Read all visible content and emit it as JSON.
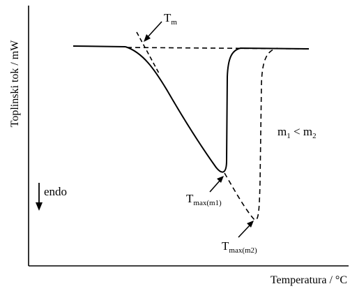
{
  "figure": {
    "ylabel": "Toplinski tok / mW",
    "xlabel": "Temperatura / °C",
    "endo_label": "endo",
    "tm_label": {
      "main": "T",
      "sub": "m"
    },
    "tmax1_label": {
      "main": "T",
      "sub": "max(m1)"
    },
    "tmax2_label": {
      "main": "T",
      "sub": "max(m2)"
    },
    "mass_relation": {
      "m": "m",
      "sub1": "1",
      "op": " < ",
      "sub2": "2"
    }
  },
  "colors": {
    "ink": "#000000",
    "background": "#ffffff"
  }
}
